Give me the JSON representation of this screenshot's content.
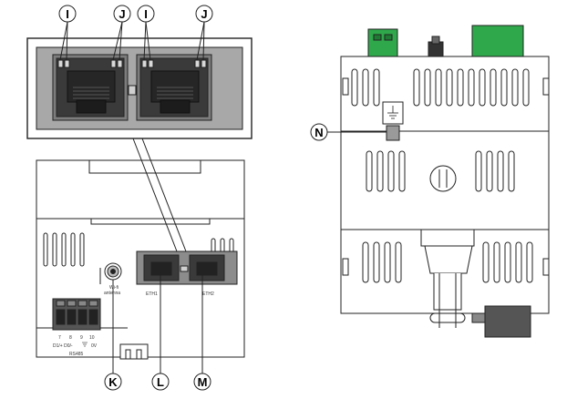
{
  "callouts": {
    "I": "I",
    "J": "J",
    "K": "K",
    "L": "L",
    "M": "M",
    "N": "N"
  },
  "labels": {
    "wifi_antenna_line1": "Wi-fi",
    "wifi_antenna_line2": "antenna",
    "eth1": "ETH1",
    "eth2": "ETH2",
    "term7": "7",
    "term8": "8",
    "term9": "9",
    "term10": "10",
    "terminal_legend_left": "D1/+ D0/-",
    "terminal_legend_right": "0V",
    "rs485": "RS485"
  },
  "colors": {
    "outline": "#222222",
    "zoom_panel": "#a8a8a8",
    "port_panel": "#8c8c8c",
    "connector_green": "#2ea84a",
    "connector_dark": "#555555",
    "led": "#d9d9d9"
  },
  "icons": {
    "ground": "ground-symbol-icon",
    "antenna": "antenna-connector-icon"
  }
}
